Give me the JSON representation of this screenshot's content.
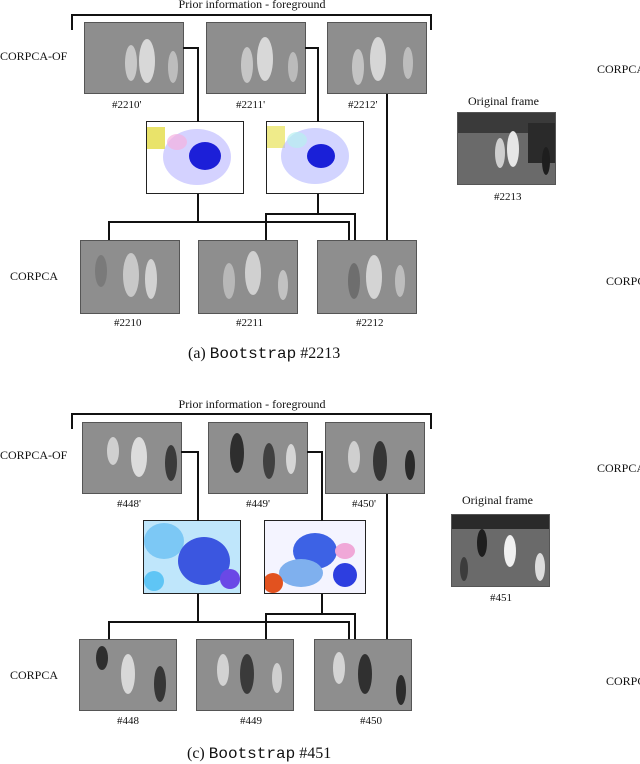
{
  "panels": [
    {
      "caption_prefix": "(a)",
      "caption_method": "Bootstrap",
      "caption_frame": "#2213",
      "header": "Prior information - foreground",
      "row_label_top": "CORPCA-OF",
      "row_label_bottom": "CORPCA",
      "top_frames": [
        "#2210'",
        "#2211'",
        "#2212'"
      ],
      "bottom_frames": [
        "#2210",
        "#2211",
        "#2212"
      ],
      "original_title": "Original frame",
      "original_frame": "#2213"
    },
    {
      "caption_prefix": "(c)",
      "caption_method": "Bootstrap",
      "caption_frame": "#451",
      "header": "Prior information - foreground",
      "row_label_top": "CORPCA-OF",
      "row_label_bottom": "CORPCA",
      "top_frames": [
        "#448'",
        "#449'",
        "#450'"
      ],
      "bottom_frames": [
        "#448",
        "#449",
        "#450"
      ],
      "original_title": "Original frame",
      "original_frame": "#451"
    }
  ],
  "cut_labels": [
    "CORPCA-",
    "CORPC",
    "CORPCA-",
    "CORPC"
  ]
}
